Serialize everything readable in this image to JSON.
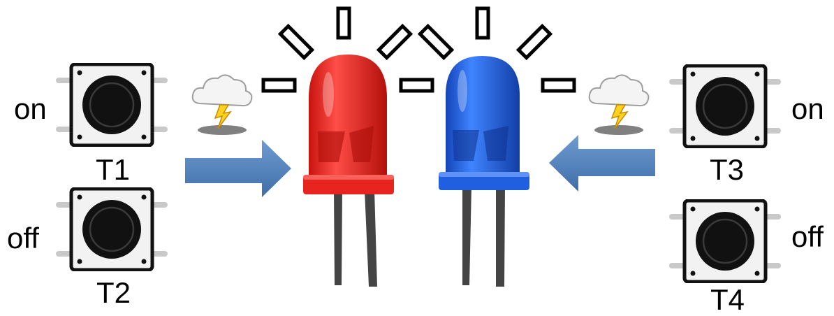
{
  "labels": {
    "left_on": "on",
    "left_off": "off",
    "t1": "T1",
    "t2": "T2",
    "right_on": "on",
    "right_off": "off",
    "t3": "T3",
    "t4": "T4"
  },
  "leds": [
    {
      "name": "red-led",
      "color": "#e8241f",
      "lit": true
    },
    {
      "name": "blue-led",
      "color": "#1f5fe0",
      "lit": true
    }
  ],
  "icons": [
    "push-button-icon",
    "thunder-cloud-icon",
    "arrow-right-icon",
    "arrow-left-icon",
    "led-icon",
    "light-ray-icon"
  ],
  "colors": {
    "red_led": "#e8241f",
    "blue_led": "#1f5fe0",
    "arrow": "#4d7db5",
    "button_body": "#f2f2f2",
    "button_border": "#111111"
  }
}
